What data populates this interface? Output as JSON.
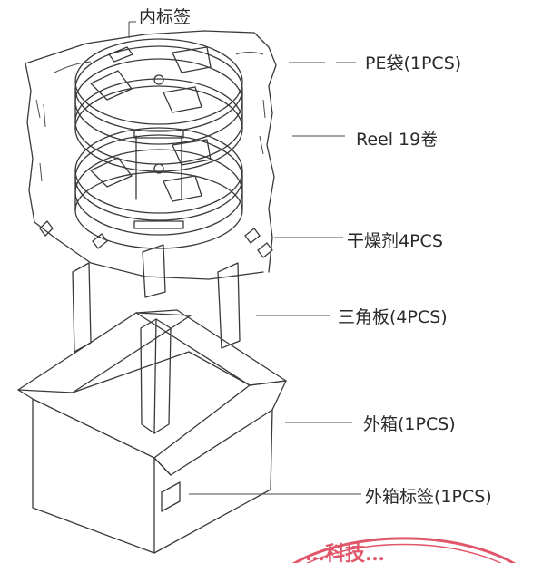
{
  "labels": {
    "inner_label": "内标签",
    "pe_bag": "PE袋(1PCS)",
    "reel": "Reel 19卷",
    "desiccant": "干燥剂4PCS",
    "corner_board": "三角板(4PCS)",
    "outer_box": "外箱(1PCS)",
    "outer_box_label": "外箱标签(1PCS)"
  },
  "stamp": {
    "text": "…科技…",
    "color": "#e0566a"
  }
}
